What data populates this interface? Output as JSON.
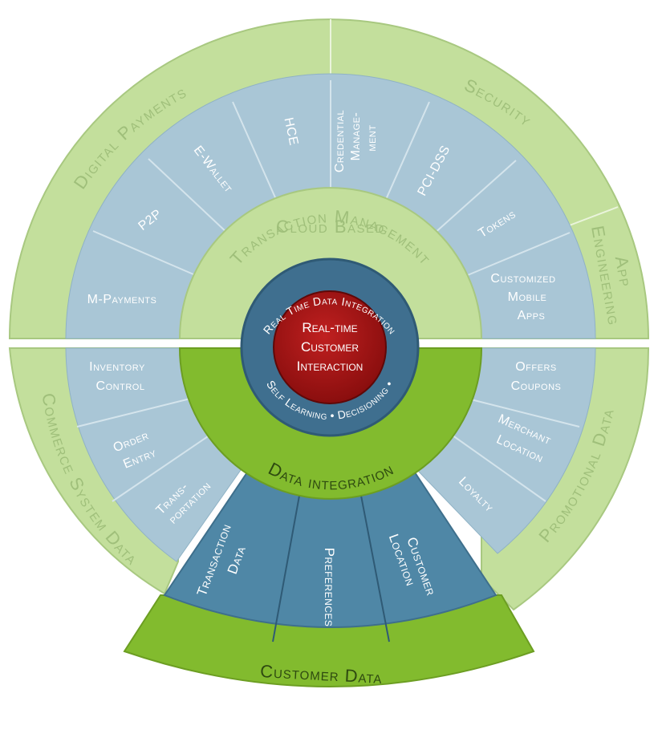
{
  "center": {
    "lines": [
      "Real-time",
      "Customer",
      "Interaction"
    ]
  },
  "inner_ring": {
    "top": "Real Time Data Integration",
    "bottom": "Self Learning • Decisioning •"
  },
  "mid_top": {
    "lines": [
      "Cloud Based",
      "Transaction Management"
    ]
  },
  "mid_bottom": {
    "label": "Data integration"
  },
  "outer_top_left": "Digital Payments",
  "outer_top_right": "Security",
  "outer_right_upper": [
    "App",
    "Engineering"
  ],
  "outer_left": "Commerce System Data",
  "outer_right": "Promotional Data",
  "outer_bottom": "Customer Data",
  "segments": {
    "m_payments": [
      "M-Payments"
    ],
    "p2p": [
      "P2P"
    ],
    "e_wallet": [
      "E-Wallet"
    ],
    "hce": [
      "HCE"
    ],
    "credential": [
      "Credential",
      "Manage-",
      "ment"
    ],
    "pci": [
      "PCI-DSS"
    ],
    "tokens": [
      "Tokens"
    ],
    "mobile_apps": [
      "Customized",
      "Mobile",
      "Apps"
    ],
    "inventory": [
      "Inventory",
      "Control"
    ],
    "order": [
      "Order",
      "Entry"
    ],
    "transportation": [
      "Trans-",
      "portation"
    ],
    "offers": [
      "Offers",
      "Coupons"
    ],
    "merchant": [
      "Merchant",
      "Location"
    ],
    "loyalty": [
      "Loyalty"
    ],
    "transaction_data": [
      "Transaction",
      "Data"
    ],
    "preferences": [
      "Preferences"
    ],
    "customer_location": [
      "Customer",
      "Location"
    ]
  },
  "colors": {
    "outer_green": "#c3df9c",
    "segment_blue_light": "#a9c6d6",
    "segment_blue_dark": "#4f87a6",
    "bright_green": "#82bb2e",
    "inner_ring_blue": "#3f6f8f",
    "core_red": "#a01414"
  }
}
